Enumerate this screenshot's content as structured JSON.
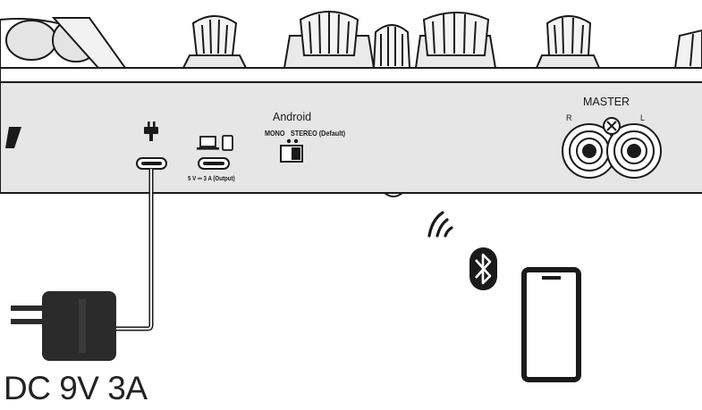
{
  "labels": {
    "android": "Android",
    "mono": "MONO",
    "stereo_default": "STEREO (Default)",
    "output_spec": "5 V ⎓ 3 A (Output)",
    "master": "MASTER",
    "channel_r": "R",
    "channel_l": "L",
    "power_supply": "DC 9V 3A"
  },
  "icons": {
    "power_port": "power-plug-icon",
    "output_port": "laptop-tablet-icon",
    "wireless": "wireless-signal-icon",
    "bluetooth": "bluetooth-icon",
    "device": "smartphone-icon",
    "adapter": "ac-adapter-icon"
  },
  "colors": {
    "panel": "#e6e6e6",
    "line": "#1a1a1a",
    "adapter": "#2b2b2b"
  }
}
